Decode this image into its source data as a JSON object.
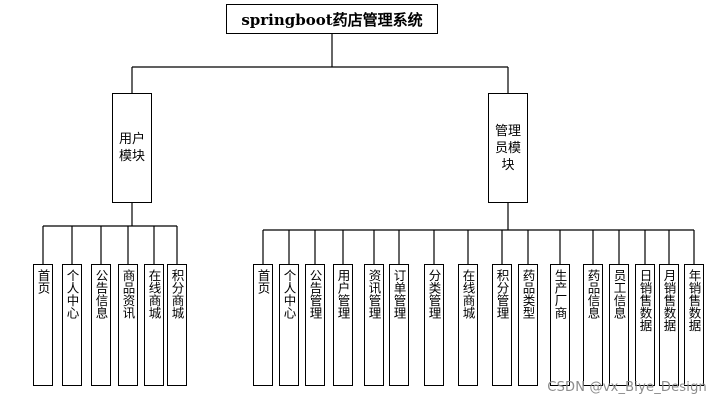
{
  "root": {
    "label": "springboot药店管理系统"
  },
  "user_module": {
    "label": "用户模块",
    "children": [
      "首页",
      "个人中心",
      "公告信息",
      "商品资讯",
      "在线商城",
      "积分商城"
    ]
  },
  "admin_module": {
    "label": "管理员模块",
    "children": [
      "首页",
      "个人中心",
      "公告管理",
      "用户管理",
      "资讯管理",
      "订单管理",
      "分类管理",
      "在线商城",
      "积分管理",
      "药品类型",
      "生产厂商",
      "药品信息",
      "员工信息",
      "日销售数据",
      "月销售数据",
      "年销售数据"
    ]
  },
  "watermark": "CSDN @vx_Biye_Design"
}
